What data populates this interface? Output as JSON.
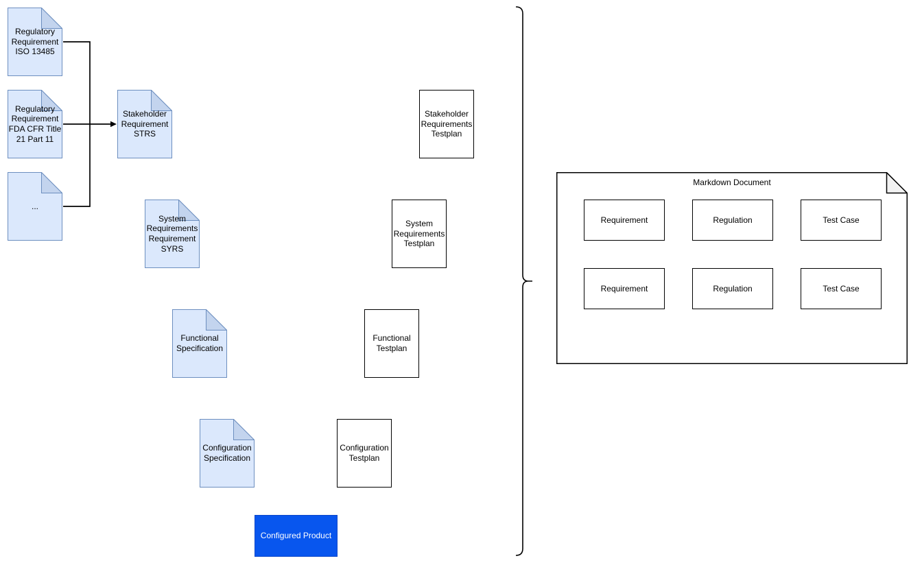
{
  "diagram": {
    "documents": [
      {
        "label": "Regulatory Requirement ISO 13485"
      },
      {
        "label": "Regulatory Requirement FDA CFR Title 21 Part 11"
      },
      {
        "label": "..."
      },
      {
        "label": "Stakeholder Requirement STRS"
      },
      {
        "label": "System Requirements Requirement SYRS"
      },
      {
        "label": "Functional Specification"
      },
      {
        "label": "Configuration Specification"
      }
    ],
    "testplans": [
      {
        "label": "Stakeholder Requirements Testplan"
      },
      {
        "label": "System Requirements Testplan"
      },
      {
        "label": "Functional Testplan"
      },
      {
        "label": "Configuration Testplan"
      }
    ],
    "product": {
      "label": "Configured Product"
    },
    "markdown": {
      "title": "Markdown Document",
      "rows": [
        {
          "cells": [
            "Requirement",
            "Regulation",
            "Test Case"
          ]
        },
        {
          "cells": [
            "Requirement",
            "Regulation",
            "Test Case"
          ]
        }
      ]
    },
    "colors": {
      "document_fill": "#dbe8fc",
      "document_border": "#6c8ebf",
      "document_fold": "#c3d4ee",
      "markdown_fill": "#ffffff",
      "markdown_border": "#000000",
      "markdown_fold": "#f2f2f2",
      "product_fill": "#0856ee",
      "product_border": "#0a46c8",
      "line": "#000000"
    }
  }
}
